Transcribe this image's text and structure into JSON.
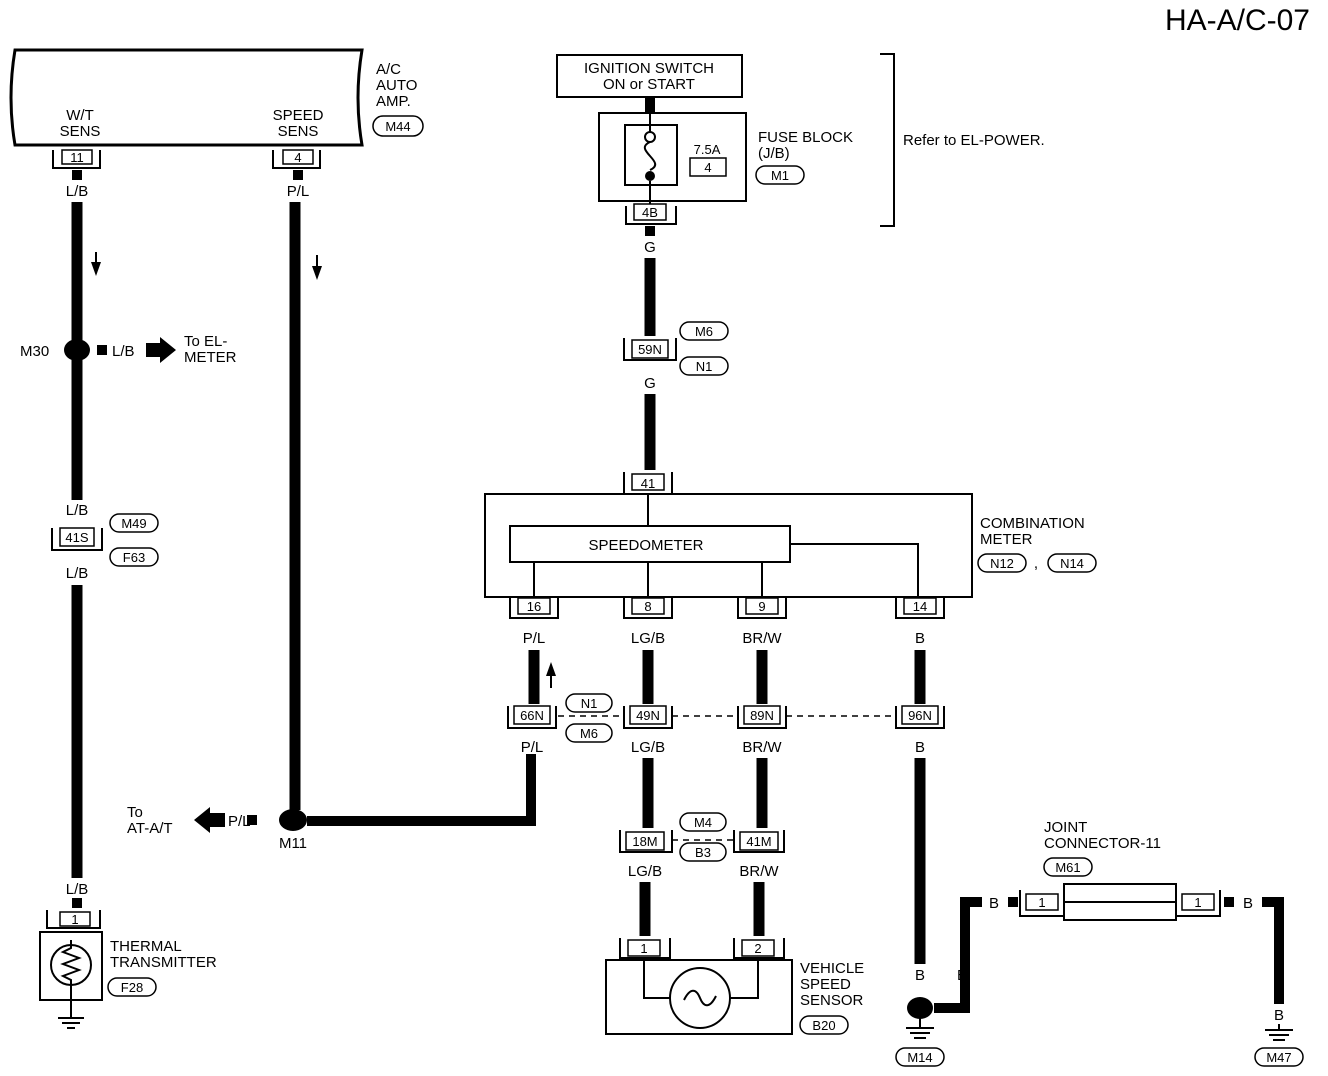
{
  "page_code": "HA-A/C-07",
  "components": {
    "ac_auto_amp": {
      "name_lines": [
        "A/C",
        "AUTO",
        "AMP."
      ],
      "ref": "M44",
      "wt_sens_lines": [
        "W/T",
        "SENS"
      ],
      "speed_sens_lines": [
        "SPEED",
        "SENS"
      ],
      "pin_wt": "11",
      "pin_speed": "4"
    },
    "ignition": {
      "lines": [
        "IGNITION SWITCH",
        "ON or START"
      ]
    },
    "fuse_block": {
      "name_lines": [
        "FUSE BLOCK",
        "(J/B)"
      ],
      "ref": "M1",
      "fuse_rating": "7.5A",
      "fuse_no": "4",
      "pin": "4B"
    },
    "power_note": "Refer to EL-POWER.",
    "combination_meter": {
      "name_lines": [
        "COMBINATION",
        "METER"
      ],
      "refs": [
        "N12",
        "N14"
      ],
      "separator": ",",
      "inner": "SPEEDOMETER",
      "pin_top": "41",
      "pins": [
        "16",
        "8",
        "9",
        "14"
      ]
    },
    "thermal_transmitter": {
      "name_lines": [
        "THERMAL",
        "TRANSMITTER"
      ],
      "ref": "F28",
      "pin": "1"
    },
    "vehicle_speed_sensor": {
      "name_lines": [
        "VEHICLE",
        "SPEED",
        "SENSOR"
      ],
      "ref": "B20",
      "pins": [
        "1",
        "2"
      ]
    },
    "joint_connector": {
      "name_lines": [
        "JOINT",
        "CONNECTOR-11"
      ],
      "ref": "M61",
      "pins": [
        "1",
        "1"
      ]
    }
  },
  "connectors": {
    "c59n": {
      "pin": "59N",
      "refs": [
        "M6",
        "N1"
      ]
    },
    "c41s": {
      "pin": "41S",
      "refs": [
        "M49",
        "F63"
      ]
    },
    "row_n": {
      "pins": [
        "66N",
        "49N",
        "89N",
        "96N"
      ],
      "refs": [
        "N1",
        "M6"
      ]
    },
    "row_m": {
      "pins": [
        "18M",
        "41M"
      ],
      "refs": [
        "M4",
        "B3"
      ]
    }
  },
  "splices": {
    "m30": {
      "name": "M30",
      "arrow_text_lines": [
        "To EL-",
        "METER"
      ]
    },
    "m11": {
      "name": "M11",
      "arrow_text_lines": [
        "To",
        "AT-A/T"
      ]
    }
  },
  "grounds": {
    "g14": "M14",
    "g47": "M47"
  },
  "wires": {
    "lb": "L/B",
    "pl": "P/L",
    "g": "G",
    "lgb": "LG/B",
    "brw": "BR/W",
    "b": "B"
  }
}
